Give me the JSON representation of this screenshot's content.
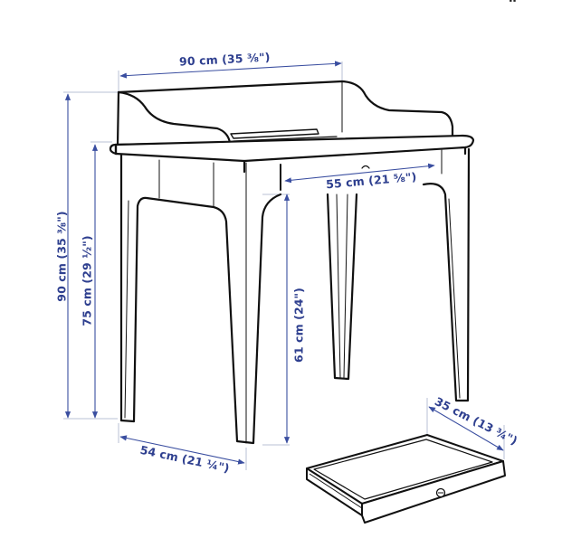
{
  "diagram": {
    "subject": "Desk with gallery rail and removable drawer",
    "colors": {
      "outline": "#111111",
      "dimension": "#3a4ea0",
      "dimension_text": "#2e3f8f",
      "extension_line": "#b9c0d6",
      "background": "#ffffff"
    },
    "dimensions": {
      "overall_width": "90 cm (35 ⅜\")",
      "overall_height": "90 cm (35 ⅜\")",
      "table_height": "75 cm (29 ½\")",
      "knee_width": "55 cm (21 ⅝\")",
      "knee_height": "61 cm (24\")",
      "depth": "54 cm (21 ¼\")",
      "drawer_depth": "35 cm (13 ¾\")"
    },
    "corner_mark": "❛❛"
  }
}
